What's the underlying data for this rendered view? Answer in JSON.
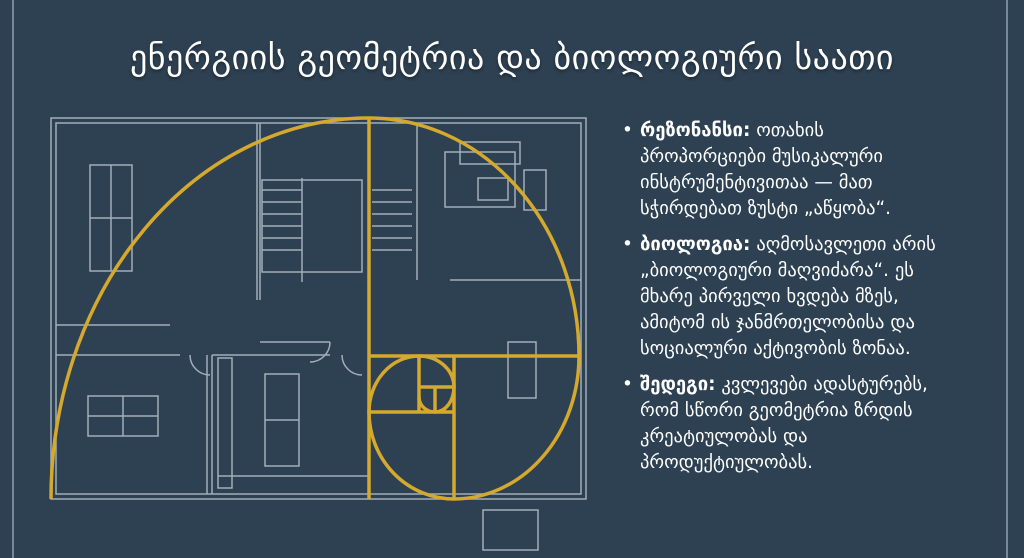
{
  "title": "ენერგიის გეომეტრია და ბიოლოგიური საათი",
  "colors": {
    "background": "#2e4152",
    "gold": "#d4a92e",
    "blueprint": "#c9d3dc"
  },
  "bullets": [
    {
      "label": "რეზონანსი:",
      "lines": [
        "ოთახის",
        "პროპორციები მუსიკალური",
        "ინსტრუმენტივითაა — მათ",
        "სჭირდებათ ზუსტი „აწყობა“."
      ]
    },
    {
      "label": "ბიოლოგია:",
      "lines": [
        "აღმოსავლეთი არის",
        "„ბიოლოგიური მაღვიძარა“. ეს",
        "მხარე პირველი ხვდება მზეს,",
        "ამიტომ ის ჯანმრთელობისა და",
        "სოციალური აქტივობის ზონაა."
      ]
    },
    {
      "label": "შედეგი:",
      "lines": [
        "კვლევები ადასტურებს,",
        "რომ სწორი გეომეტრია ზრდის",
        "კრეატიულობას და",
        "პროდუქტიულობას."
      ]
    }
  ]
}
